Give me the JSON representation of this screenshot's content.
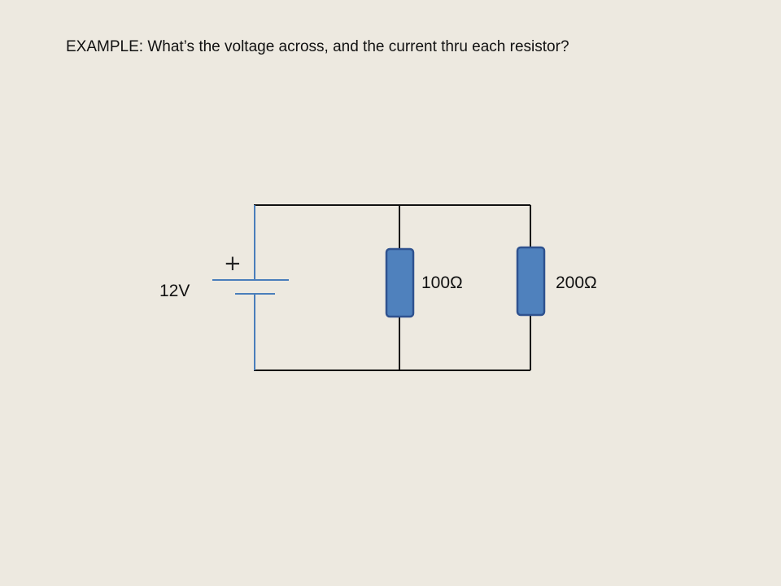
{
  "question": "EXAMPLE:  What’s the voltage across, and the current thru each resistor?",
  "circuit": {
    "source": {
      "label": "12V",
      "polarity": "+"
    },
    "resistors": [
      {
        "label": "100Ω"
      },
      {
        "label": "200Ω"
      }
    ]
  },
  "colors": {
    "background": "#ede9e0",
    "wire": "#111111",
    "battery_wire": "#4a7ebb",
    "resistor_fill": "#4f81bd",
    "resistor_stroke": "#2f528f"
  }
}
